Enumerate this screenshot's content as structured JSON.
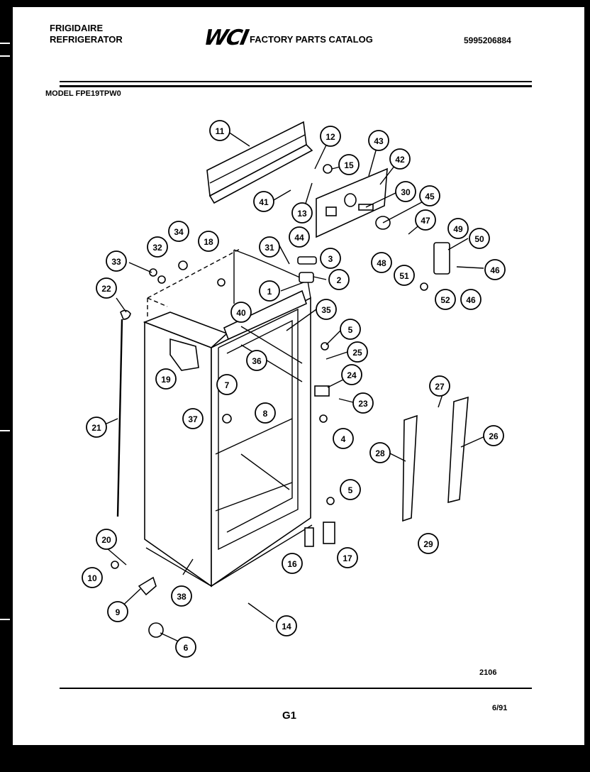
{
  "header": {
    "brand_line1": "FRIGIDAIRE",
    "brand_line2": "REFRIGERATOR",
    "logo": "WCI",
    "catalog_title": "FACTORY PARTS CATALOG",
    "catalog_number": "5995206884",
    "model": "MODEL FPE19TPW0"
  },
  "footer": {
    "figure_code": "2106",
    "page": "G1",
    "date": "6/91"
  },
  "callouts": [
    "11",
    "12",
    "15",
    "43",
    "42",
    "41",
    "13",
    "44",
    "30",
    "45",
    "47",
    "49",
    "50",
    "46",
    "48",
    "51",
    "52",
    "46",
    "34",
    "32",
    "33",
    "18",
    "31",
    "3",
    "2",
    "1",
    "22",
    "40",
    "35",
    "5",
    "25",
    "36",
    "19",
    "24",
    "23",
    "7",
    "37",
    "8",
    "4",
    "27",
    "26",
    "28",
    "21",
    "5",
    "29",
    "17",
    "16",
    "20",
    "10",
    "38",
    "9",
    "14",
    "6"
  ]
}
